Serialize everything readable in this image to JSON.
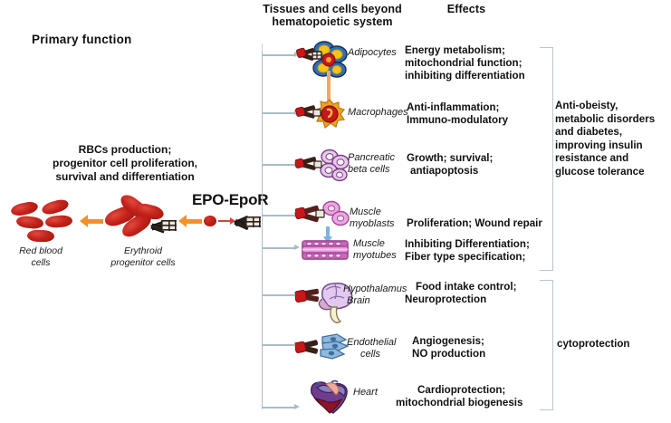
{
  "headers": {
    "primary": "Primary  function",
    "middle_line1": "Tissues and cells beyond",
    "middle_line2": "hematopoietic system",
    "effects": "Effects"
  },
  "left_panel": {
    "description_line1": "RBCs production;",
    "description_line2": "progenitor cell proliferation,",
    "description_line3": "survival and differentiation",
    "rbc_label_line1": "Red blood",
    "rbc_label_line2": "cells",
    "progenitor_label_line1": "Erythroid",
    "progenitor_label_line2": "progenitor cells",
    "epo_epor_label": "EPO-EpoR"
  },
  "rows": [
    {
      "cell_line1": "Adipocytes",
      "cell_line2": "",
      "effect_line1": "Energy metabolism;",
      "effect_line2": "mitochondrial  function;",
      "effect_line3": "inhibiting  differentiation",
      "icon": "adipocytes-icon"
    },
    {
      "cell_line1": "Macrophages",
      "cell_line2": "",
      "effect_line1": "Anti-inflammation;",
      "effect_line2": "Immuno-modulatory",
      "effect_line3": "",
      "icon": "macrophage-icon"
    },
    {
      "cell_line1": "Pancreatic",
      "cell_line2": "beta cells",
      "effect_line1": "Growth; survival;",
      "effect_line2": "antiapoptosis",
      "effect_line3": "",
      "icon": "pancreatic-beta-cell-icon"
    },
    {
      "cell_line1": "Muscle",
      "cell_line2": "myoblasts",
      "effect_line1": "Proliferation; Wound repair",
      "effect_line2": "",
      "effect_line3": "",
      "icon": "muscle-myoblast-icon"
    },
    {
      "cell_line1": "Muscle",
      "cell_line2": "myotubes",
      "effect_line1": "Inhibiting  Differentiation;",
      "effect_line2": "Fiber type specification;",
      "effect_line3": "",
      "icon": "muscle-myotube-icon"
    },
    {
      "cell_line1": "Hypothalamus",
      "cell_line2": "Brain",
      "effect_line1": "Food intake control;",
      "effect_line2": "Neuroprotection",
      "effect_line3": "",
      "icon": "brain-icon"
    },
    {
      "cell_line1": "Endothelial",
      "cell_line2": "cells",
      "effect_line1": "Angiogenesis;",
      "effect_line2": "NO production",
      "effect_line3": "",
      "icon": "endothelial-cell-icon"
    },
    {
      "cell_line1": "Heart",
      "cell_line2": "",
      "effect_line1": "Cardioprotection;",
      "effect_line2": "mitochondrial biogenesis",
      "effect_line3": "",
      "icon": "heart-icon"
    }
  ],
  "summaries": [
    {
      "line1": "Anti-obeisty,",
      "line2": "metabolic disorders",
      "line3": "and diabetes,",
      "line4": "improving insulin",
      "line5": "resistance and",
      "line6": "glucose tolerance"
    },
    {
      "line1": "cytoprotection",
      "line2": "",
      "line3": "",
      "line4": "",
      "line5": "",
      "line6": ""
    }
  ],
  "colors": {
    "connector": "#a9bcc6",
    "bracket": "#b9c6cd",
    "rbc_red": "#c3231b",
    "orange_arrow": "#f0922a",
    "text": "#111111"
  }
}
